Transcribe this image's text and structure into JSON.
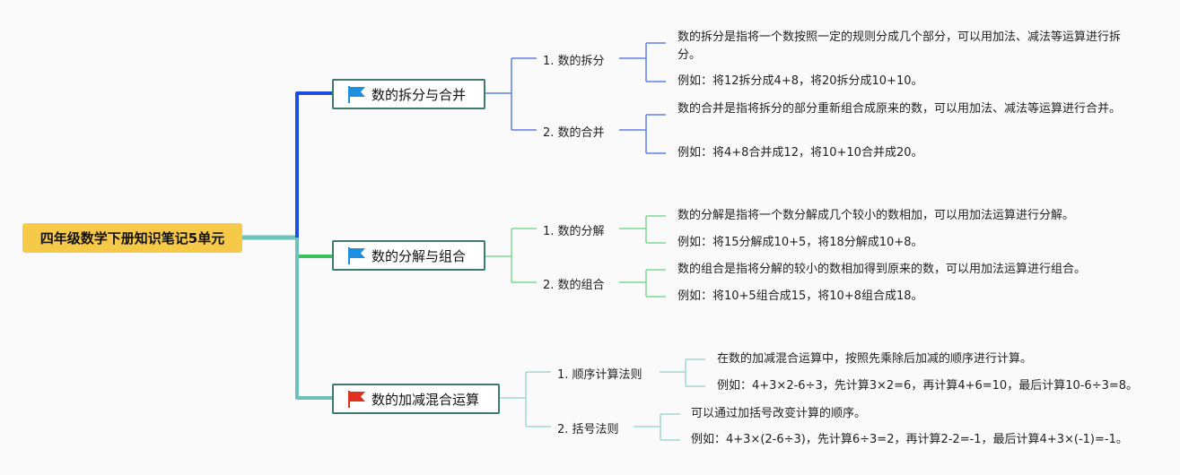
{
  "root": {
    "title": "四年级数学下册知识笔记5单元"
  },
  "colors": {
    "root_fill": "#f7c948",
    "branch1": "#1a4fe0",
    "branch2": "#3cc05a",
    "branch3": "#6cc2b8",
    "flag_blue": "#1c8fe0",
    "flag_red": "#e0301e"
  },
  "branches": [
    {
      "title": "数的拆分与合并",
      "flag_icon": "blue-flag-icon",
      "children": [
        {
          "label": "1. 数的拆分",
          "notes": [
            "数的拆分是指将一个数按照一定的规则分成几个部分，可以用加法、减法等运算进行拆分。",
            "例如：将12拆分成4+8，将20拆分成10+10。"
          ]
        },
        {
          "label": "2. 数的合并",
          "notes": [
            "数的合并是指将拆分的部分重新组合成原来的数，可以用加法、减法等运算进行合并。",
            "例如：将4+8合并成12，将10+10合并成20。"
          ]
        }
      ]
    },
    {
      "title": "数的分解与组合",
      "flag_icon": "blue-flag-icon",
      "children": [
        {
          "label": "1. 数的分解",
          "notes": [
            "数的分解是指将一个数分解成几个较小的数相加，可以用加法运算进行分解。",
            "例如：将15分解成10+5，将18分解成10+8。"
          ]
        },
        {
          "label": "2. 数的组合",
          "notes": [
            "数的组合是指将分解的较小的数相加得到原来的数，可以用加法运算进行组合。",
            "例如：将10+5组合成15，将10+8组合成18。"
          ]
        }
      ]
    },
    {
      "title": "数的加减混合运算",
      "flag_icon": "red-flag-icon",
      "children": [
        {
          "label": "1. 顺序计算法则",
          "notes": [
            "在数的加减混合运算中，按照先乘除后加减的顺序进行计算。",
            "例如：4+3×2-6÷3，先计算3×2=6，再计算4+6=10，最后计算10-6÷3=8。"
          ]
        },
        {
          "label": "2. 括号法则",
          "notes": [
            "可以通过加括号改变计算的顺序。",
            "例如：4+3×(2-6÷3)，先计算6÷3=2，再计算2-2=-1，最后计算4+3×(-1)=-1。"
          ]
        }
      ]
    }
  ]
}
